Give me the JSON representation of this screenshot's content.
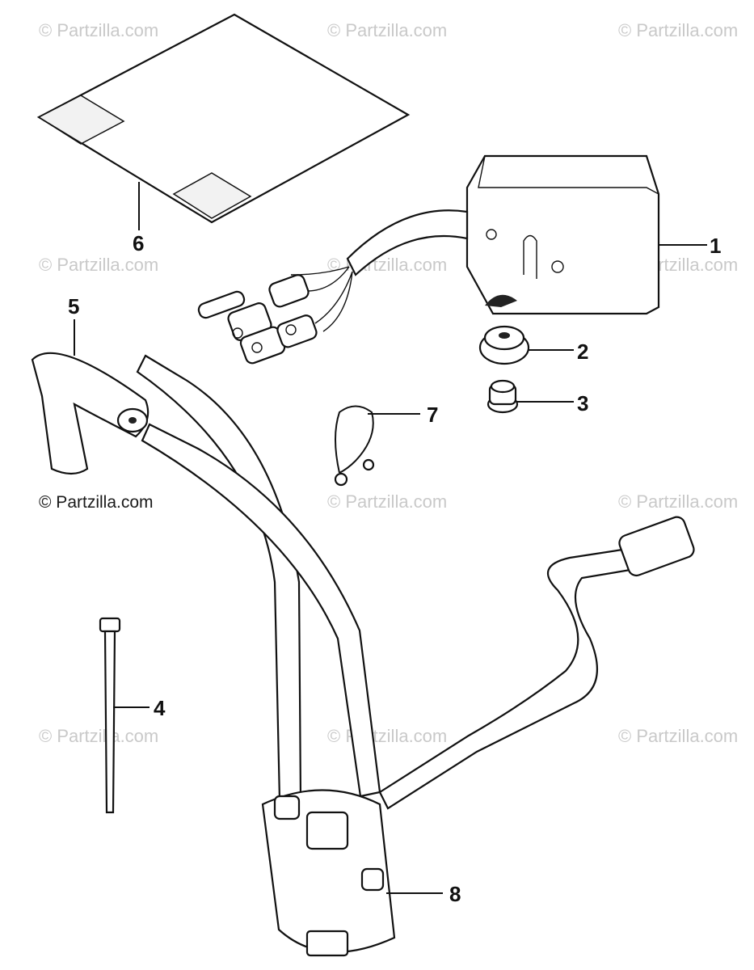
{
  "watermarks": [
    "© Partzilla.com",
    "© Partzilla.com",
    "© Partzilla.com",
    "© Partzilla.com",
    "© Partzilla.com",
    "© Partzilla.com",
    "© Partzilla.com",
    "© Partzilla.com",
    "© Partzilla.com",
    "© Partzilla.com",
    "© Partzilla.com",
    "© Partzilla.com"
  ],
  "callouts": [
    "1",
    "2",
    "3",
    "4",
    "5",
    "6",
    "7",
    "8"
  ]
}
